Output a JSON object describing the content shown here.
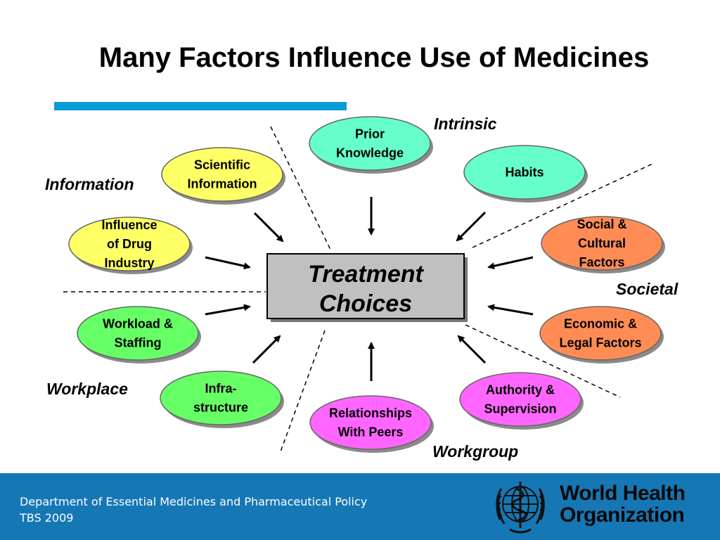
{
  "slide": {
    "title": "Many Factors Influence Use of Medicines"
  },
  "center": {
    "line1": "Treatment",
    "line2": "Choices"
  },
  "factors": [
    {
      "id": "scientific-information",
      "lines": [
        "Scientific",
        "Information"
      ],
      "color": "#ffff66"
    },
    {
      "id": "influence-of-drug-industry",
      "lines": [
        "Influence",
        "of Drug",
        "Industry"
      ],
      "color": "#ffff66"
    },
    {
      "id": "prior-knowledge",
      "lines": [
        "Prior",
        "Knowledge"
      ],
      "color": "#66ffcc"
    },
    {
      "id": "habits",
      "lines": [
        "Habits"
      ],
      "color": "#66ffcc"
    },
    {
      "id": "social-cultural-factors",
      "lines": [
        "Social &",
        "Cultural",
        "Factors"
      ],
      "color": "#ff8c55"
    },
    {
      "id": "economic-legal-factors",
      "lines": [
        "Economic &",
        "Legal Factors"
      ],
      "color": "#ff8c55"
    },
    {
      "id": "workload-staffing",
      "lines": [
        "Workload &",
        "Staffing"
      ],
      "color": "#66ff66"
    },
    {
      "id": "infrastructure",
      "lines": [
        "Infra-",
        "structure"
      ],
      "color": "#66ff66"
    },
    {
      "id": "relationships-with-peers",
      "lines": [
        "Relationships",
        "With Peers"
      ],
      "color": "#ff66ff"
    },
    {
      "id": "authority-supervision",
      "lines": [
        "Authority &",
        "Supervision"
      ],
      "color": "#ff66ff"
    }
  ],
  "categories": {
    "information": "Information",
    "intrinsic": "Intrinsic",
    "societal": "Societal",
    "workplace": "Workplace",
    "workgroup": "Workgroup"
  },
  "footer": {
    "line1": "Department of Essential Medicines and Pharmaceutical Policy",
    "line2": "TBS 2009",
    "color": "#1677b5"
  },
  "logo": {
    "name_line1": "World Health",
    "name_line2": "Organization",
    "icon": "who-emblem-icon"
  }
}
